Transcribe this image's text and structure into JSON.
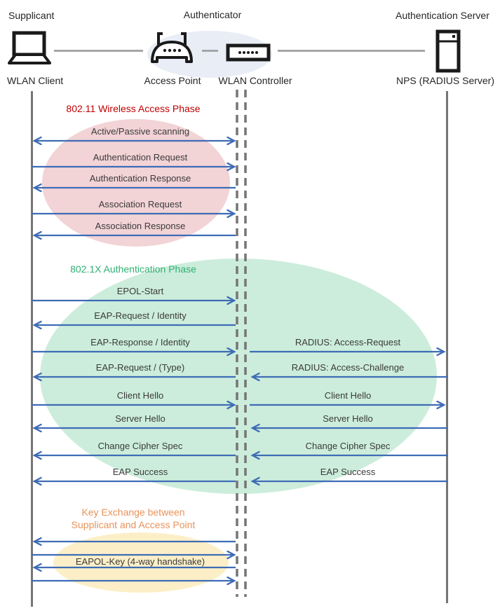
{
  "header": {
    "roles": [
      {
        "label": "Supplicant"
      },
      {
        "label": "Authenticator"
      },
      {
        "label": "Authentication Server"
      }
    ],
    "devices": [
      {
        "label": "WLAN Client",
        "icon": "laptop-icon"
      },
      {
        "label": "Access Point",
        "icon": "access-point-icon"
      },
      {
        "label": "WLAN Controller",
        "icon": "controller-icon"
      },
      {
        "label": "NPS (RADIUS Server)",
        "icon": "server-icon"
      }
    ]
  },
  "phases": [
    {
      "title": "802.11 Wireless Access Phase",
      "title_color": "#c00000",
      "ellipse_color": "#f2d3d6",
      "messages": [
        {
          "label": "Active/Passive scanning",
          "direction": "both"
        },
        {
          "label": "Authentication Request",
          "direction": "right"
        },
        {
          "label": "Authentication Response",
          "direction": "left"
        },
        {
          "label": "Association Request",
          "direction": "right"
        },
        {
          "label": "Association Response",
          "direction": "left"
        }
      ]
    },
    {
      "title": "802.1X Authentication Phase",
      "title_color": "#2fb173",
      "ellipse_color": "#cceddb",
      "messages_left": [
        {
          "label": "EPOL-Start",
          "direction": "right"
        },
        {
          "label": "EAP-Request / Identity",
          "direction": "left"
        },
        {
          "label": "EAP-Response / Identity",
          "direction": "right"
        },
        {
          "label": "EAP-Request / (Type)",
          "direction": "left"
        },
        {
          "label": "Client Hello",
          "direction": "right"
        },
        {
          "label": "Server Hello",
          "direction": "left"
        },
        {
          "label": "Change Cipher Spec",
          "direction": "left"
        },
        {
          "label": "EAP Success",
          "direction": "left"
        }
      ],
      "messages_right": [
        {
          "label": "RADIUS: Access-Request",
          "direction": "right"
        },
        {
          "label": "RADIUS: Access-Challenge",
          "direction": "left"
        },
        {
          "label": "Client Hello",
          "direction": "right"
        },
        {
          "label": "Server Hello",
          "direction": "left"
        },
        {
          "label": "Change Cipher Spec",
          "direction": "left"
        },
        {
          "label": "EAP Success",
          "direction": "left"
        }
      ]
    },
    {
      "title_line1": "Key Exchange between",
      "title_line2": "Supplicant and Access Point",
      "title_color": "#e8935b",
      "ellipse_color": "#fcefc8",
      "messages": [
        {
          "label": "EAPOL-Key (4-way handshake)",
          "direction": "left-right-left-right"
        }
      ]
    }
  ],
  "colors": {
    "arrow": "#3e6cb5",
    "lifeline": "#757575",
    "connector": "#a6a6a6",
    "red_title": "#c00000",
    "green_title": "#2fb173",
    "orange_title": "#e8935b",
    "pink_fill": "#f2d3d6",
    "green_fill": "#cceddb",
    "yellow_fill": "#fcefc8",
    "header_fill": "#e9edf6"
  }
}
